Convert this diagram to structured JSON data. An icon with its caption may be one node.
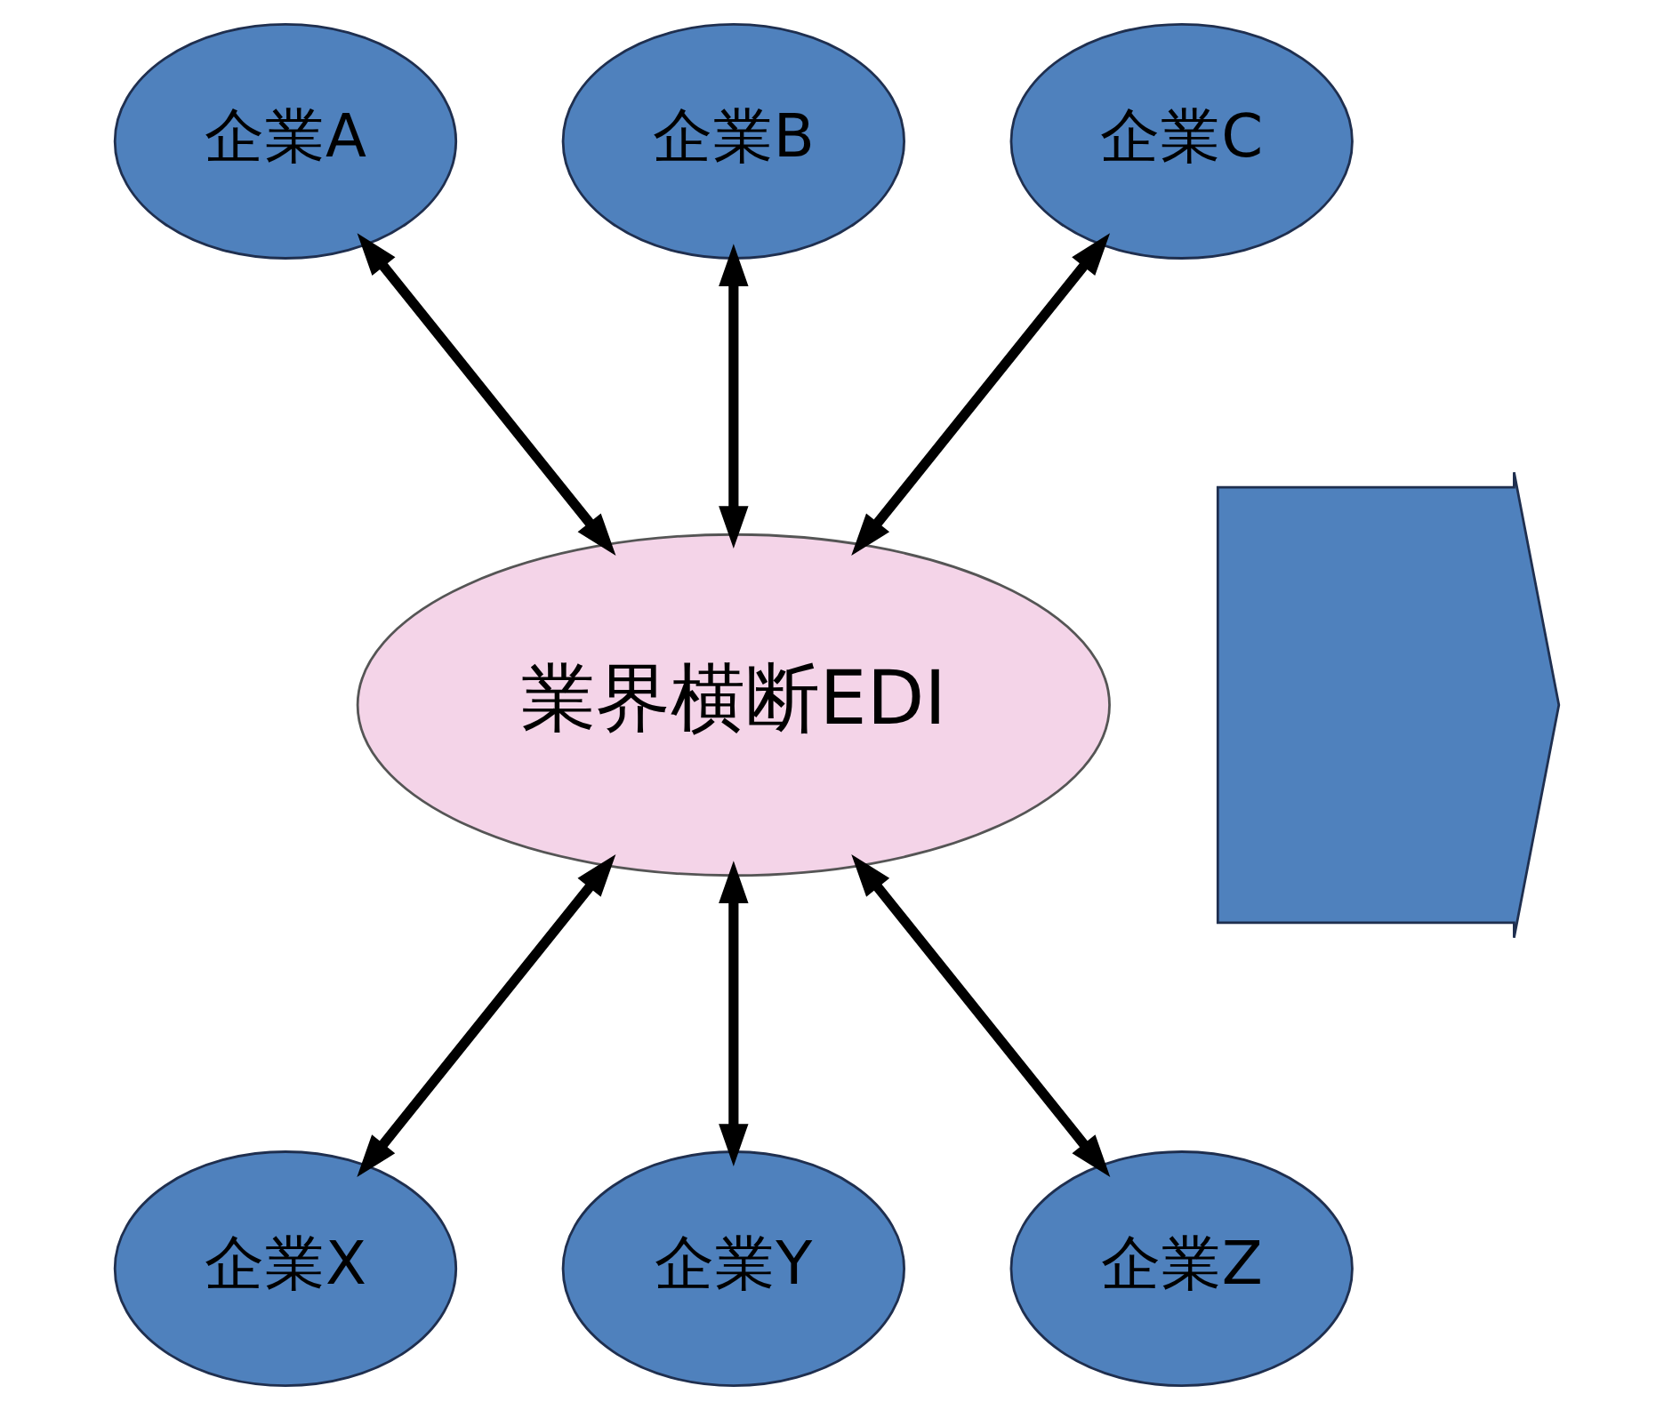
{
  "diagram": {
    "nodes": [
      {
        "text": [
          "企業A"
        ]
      },
      {
        "text": [
          "企業B"
        ]
      },
      {
        "text": [
          "企業C"
        ]
      },
      {
        "text": [
          "業界横断EDI"
        ]
      },
      {
        "text": [
          "企業X"
        ]
      },
      {
        "text": [
          "企業Y"
        ]
      },
      {
        "text": [
          "企業Z"
        ]
      },
      {
        "text": [],
        "shape": "arrow"
      }
    ],
    "edges": [
      {
        "from": 0,
        "to": 3,
        "arrow": "both"
      },
      {
        "from": 1,
        "to": 3,
        "arrow": "both"
      },
      {
        "from": 2,
        "to": 3,
        "arrow": "both"
      },
      {
        "from": 3,
        "to": 4,
        "arrow": "both"
      },
      {
        "from": 3,
        "to": 5,
        "arrow": "both"
      },
      {
        "from": 3,
        "to": 6,
        "arrow": "both"
      }
    ]
  }
}
